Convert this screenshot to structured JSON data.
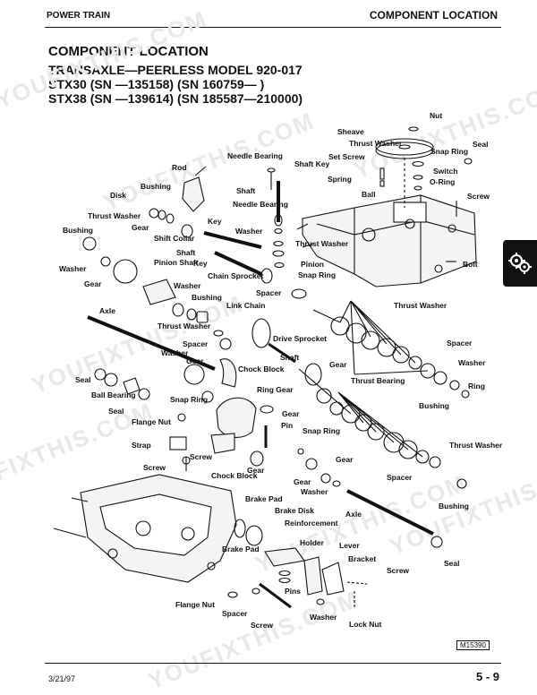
{
  "header": {
    "left": "POWER TRAIN",
    "right": "COMPONENT LOCATION"
  },
  "title": "COMPONENT LOCATION",
  "subtitle_lines": [
    "TRANSAXLE—PEERLESS MODEL 920-017",
    "STX30 (SN —135158) (SN 160759— )",
    "STX38 (SN —139614) (SN 185587—210000)"
  ],
  "watermark": "YOUFIXTHIS.COM",
  "section_tab_icon": "gears-icon",
  "figure_ref": "M15390",
  "footer": {
    "date": "3/21/97",
    "page": "5 - 9"
  },
  "labels": {
    "nut": "Nut",
    "sheave": "Sheave",
    "seal_top": "Seal",
    "thrust_washer_top": "Thrust Washer",
    "snap_ring_top": "Snap Ring",
    "set_screw": "Set Screw",
    "switch": "Switch",
    "spring": "Spring",
    "o_ring": "O-Ring",
    "ball": "Ball",
    "screw_top": "Screw",
    "needle_bearing_1": "Needle Bearing",
    "shaft_key": "Shaft Key",
    "rod": "Rod",
    "bushing_1": "Bushing",
    "disk": "Disk",
    "shaft_1": "Shaft",
    "needle_bearing_2": "Needle Bearing",
    "thrust_washer_1": "Thrust Washer",
    "gear_1": "Gear",
    "key_1": "Key",
    "bushing_left": "Bushing",
    "washer_1": "Washer",
    "shift_collar": "Shift Collar",
    "shaft_2": "Shaft",
    "thrust_washer_2": "Thrust Washer",
    "bolt": "Bolt",
    "key_2": "Key",
    "pinion_shaft": "Pinion Shaft",
    "pinion": "Pinion",
    "washer_left": "Washer",
    "chain_sprocket": "Chain Sprocket",
    "snap_ring_1": "Snap Ring",
    "gear_left": "Gear",
    "washer_2": "Washer",
    "spacer_1": "Spacer",
    "bushing_2": "Bushing",
    "thrust_washer_3": "Thrust Washer",
    "axle": "Axle",
    "link_chain": "Link Chain",
    "thrust_washer_4": "Thrust Washer",
    "spacer_right": "Spacer",
    "spacer_2": "Spacer",
    "drive_sprocket": "Drive Sprocket",
    "washer_3": "Washer",
    "shaft_3": "Shaft",
    "gear_2": "Gear",
    "gear_3": "Gear",
    "washer_right": "Washer",
    "chock_block_1": "Chock Block",
    "seal_left": "Seal",
    "thrust_bearing": "Thrust Bearing",
    "ring": "Ring",
    "ball_bearing": "Ball Bearing",
    "seal_2": "Seal",
    "ring_gear": "Ring Gear",
    "snap_ring_2": "Snap Ring",
    "gear_4": "Gear",
    "bushing_right": "Bushing",
    "flange_nut": "Flange Nut",
    "pin": "Pin",
    "snap_ring_3": "Snap Ring",
    "strap": "Strap",
    "thrust_washer_5": "Thrust Washer",
    "screw_1": "Screw",
    "gear_5": "Gear",
    "screw_2": "Screw",
    "spacer_3": "Spacer",
    "gear_6": "Gear",
    "chock_block_2": "Chock Block",
    "gear_7": "Gear",
    "washer_4": "Washer",
    "bushing_3": "Bushing",
    "brake_pad_1": "Brake Pad",
    "brake_disk": "Brake Disk",
    "axle_2": "Axle",
    "reinforcement": "Reinforcement",
    "holder": "Holder",
    "lever": "Lever",
    "brake_pad_2": "Brake Pad",
    "seal_3": "Seal",
    "bracket": "Bracket",
    "screw_3": "Screw",
    "pins": "Pins",
    "flange_nut_2": "Flange Nut",
    "spacer_4": "Spacer",
    "washer_5": "Washer",
    "lock_nut": "Lock Nut",
    "screw_4": "Screw"
  }
}
